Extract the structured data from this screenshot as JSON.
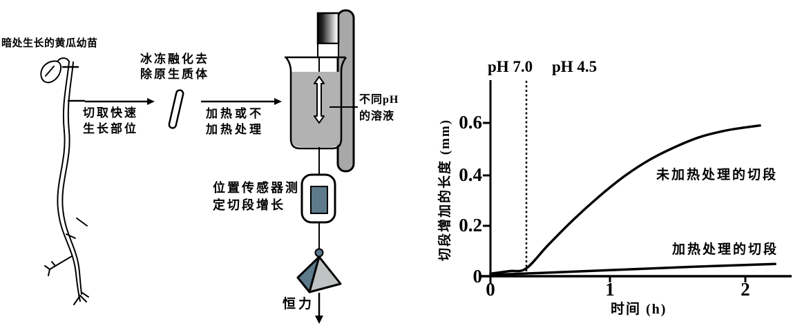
{
  "diagram": {
    "seedling_label": "暗处生长的黄瓜幼苗",
    "cut_step": [
      "切取快速",
      "生长部位"
    ],
    "freeze_step": [
      "冰冻融化去",
      "除原生质体"
    ],
    "heat_step": [
      "加热或不",
      "加热处理"
    ],
    "solution_label": [
      "不同pH",
      "的溶液"
    ],
    "sensor_label": [
      "位置传感器测",
      "定切段增长"
    ],
    "force_label": "恒力"
  },
  "colors": {
    "solution": "#b2b2b2",
    "stand": "#a8a8a8",
    "accent": "#5c7a8a",
    "weight_light": "#c0c3c3",
    "ink": "#000000"
  },
  "chart_data": {
    "type": "line",
    "title": "",
    "xlabel": "时间 (h)",
    "ylabel": "切段增加的长度 (mm)",
    "x_ticks": [
      0,
      1,
      2
    ],
    "y_ticks": [
      0,
      0.2,
      0.4,
      0.6
    ],
    "xlim": [
      0,
      2.45
    ],
    "ylim": [
      0,
      0.78
    ],
    "grid": false,
    "legend_position": "inline-annotations",
    "ph_labels": [
      "pH 7.0",
      "pH 4.5"
    ],
    "ph_switch_time_h": 0.28,
    "series": [
      {
        "name": "未加热处理的切段",
        "points": [
          [
            0,
            0.01
          ],
          [
            0.15,
            0.02
          ],
          [
            0.28,
            0.03
          ],
          [
            0.45,
            0.12
          ],
          [
            0.65,
            0.22
          ],
          [
            0.85,
            0.31
          ],
          [
            1.05,
            0.39
          ],
          [
            1.25,
            0.455
          ],
          [
            1.45,
            0.505
          ],
          [
            1.65,
            0.545
          ],
          [
            1.85,
            0.57
          ],
          [
            2.0,
            0.582
          ],
          [
            2.12,
            0.59
          ]
        ]
      },
      {
        "name": "加热处理的切段",
        "points": [
          [
            0,
            0.005
          ],
          [
            0.4,
            0.013
          ],
          [
            0.8,
            0.021
          ],
          [
            1.2,
            0.029
          ],
          [
            1.6,
            0.037
          ],
          [
            2.0,
            0.044
          ],
          [
            2.24,
            0.048
          ]
        ]
      }
    ]
  }
}
